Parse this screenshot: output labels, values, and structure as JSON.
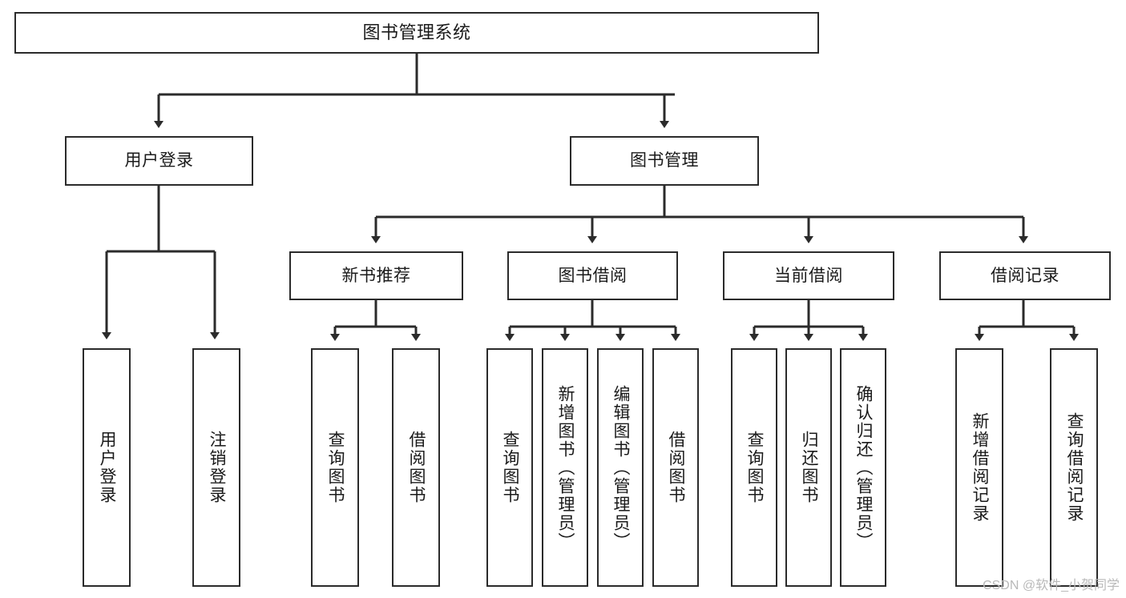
{
  "diagram": {
    "title": "图书管理系统",
    "type": "tree",
    "orientation": "top-down",
    "colors": {
      "node_border": "#2b2b2b",
      "node_fill": "#ffffff",
      "edge": "#2b2b2b",
      "text": "#1a1a1a",
      "watermark": "#b9b9b9",
      "background": "#ffffff"
    },
    "nodes": {
      "root": {
        "label": "图书管理系统"
      },
      "level1": [
        {
          "id": "user-login",
          "label": "用户登录"
        },
        {
          "id": "book-manage",
          "label": "图书管理"
        }
      ],
      "level2": [
        {
          "id": "new-book-recommend",
          "label": "新书推荐"
        },
        {
          "id": "book-borrow",
          "label": "图书借阅"
        },
        {
          "id": "current-borrow",
          "label": "当前借阅"
        },
        {
          "id": "borrow-record",
          "label": "借阅记录"
        }
      ],
      "leaves": {
        "user-login": [
          {
            "id": "leaf-user-login",
            "label": "用户登录"
          },
          {
            "id": "leaf-logout-login",
            "label": "注销登录"
          }
        ],
        "new-book-recommend": [
          {
            "id": "leaf-query-book-1",
            "label": "查询图书"
          },
          {
            "id": "leaf-borrow-book-1",
            "label": "借阅图书"
          }
        ],
        "book-borrow": [
          {
            "id": "leaf-query-book-2",
            "label": "查询图书"
          },
          {
            "id": "leaf-add-book",
            "label": "新增图书（管理员）"
          },
          {
            "id": "leaf-edit-book",
            "label": "编辑图书（管理员）"
          },
          {
            "id": "leaf-borrow-book-2",
            "label": "借阅图书"
          }
        ],
        "current-borrow": [
          {
            "id": "leaf-query-book-3",
            "label": "查询图书"
          },
          {
            "id": "leaf-return-book",
            "label": "归还图书"
          },
          {
            "id": "leaf-confirm-return",
            "label": "确认归还（管理员）"
          }
        ],
        "borrow-record": [
          {
            "id": "leaf-add-record",
            "label": "新增借阅记录"
          },
          {
            "id": "leaf-query-record",
            "label": "查询借阅记录"
          }
        ]
      }
    },
    "watermark": "CSDN @软件_小贺同学"
  }
}
